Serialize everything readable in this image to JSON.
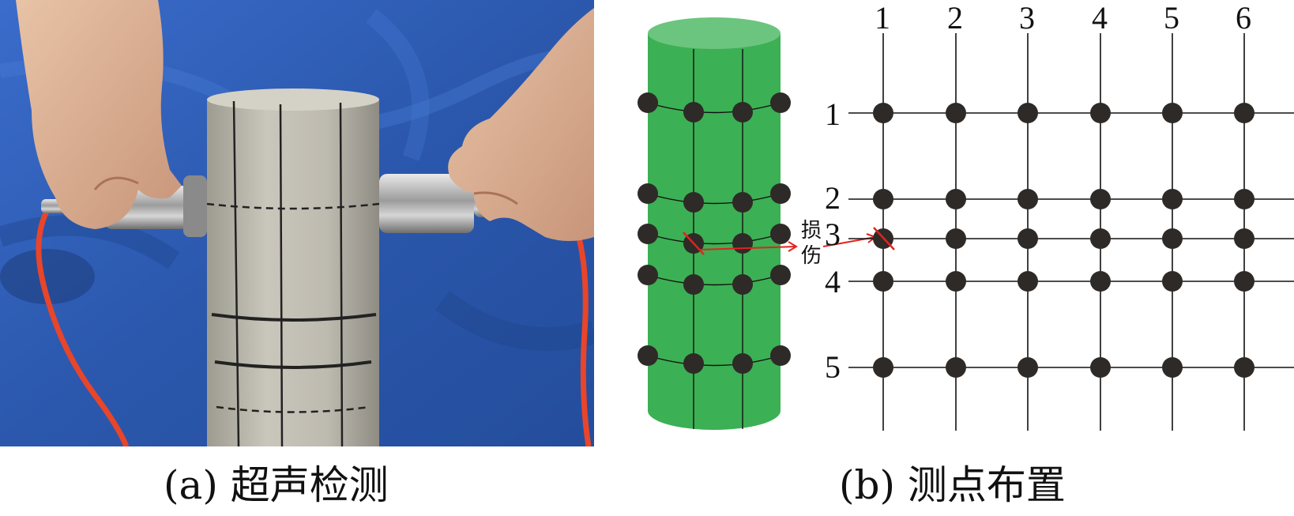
{
  "panels": {
    "a": {
      "caption": "(a) 超声检测",
      "image_description_icon": "ultrasonic-test-photo"
    },
    "b": {
      "caption": "(b) 测点布置",
      "damage_label_top": "损",
      "damage_label_bottom": "伤",
      "column_numbers": [
        "1",
        "2",
        "3",
        "4",
        "5",
        "6"
      ],
      "row_numbers": [
        "1",
        "2",
        "3",
        "4",
        "5"
      ]
    }
  },
  "colors": {
    "cylinder_fill": "#3cb054",
    "cylinder_top": "#6cc57e",
    "measurement_point": "#2e2a27",
    "damage_marker": "#e0231f",
    "backdrop_blue": "#2f5fb8",
    "cable_orange": "#e8452a",
    "concrete": "#b9b6ac"
  }
}
